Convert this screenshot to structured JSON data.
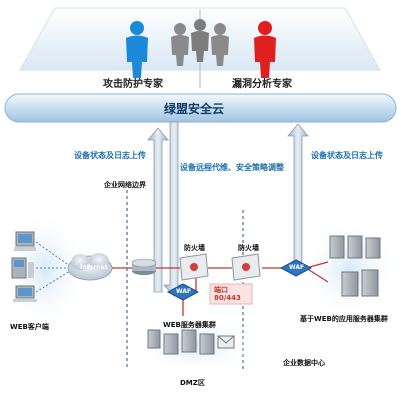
{
  "top_panel": {
    "left_expert": "攻击防护专家",
    "right_expert": "漏洞分析专家",
    "cloud_banner": "绿盟安全云"
  },
  "flows": {
    "left_upload": "设备状态及日志上传",
    "right_upload": "设备状态及日志上传",
    "remote_ops": "设备远程代维、安全策略调整"
  },
  "network": {
    "enterprise_border": "企业网络边界",
    "internet": "Internet",
    "web_clients": "WEB客户端",
    "firewall_left": "防火墙",
    "firewall_right": "防火墙",
    "waf_left": "WAF",
    "waf_right": "WAF",
    "port_label": "端口",
    "port_value": "80/443",
    "web_cluster": "WEB服务器集群",
    "dmz": "DMZ区",
    "app_cluster": "基于WEB的应用服务器集群",
    "data_center": "企业数据中心"
  },
  "colors": {
    "expert_blue": "#1e88d8",
    "expert_red": "#e01f1f",
    "expert_gray": "#8a8a8a",
    "banner_blue": "#cfe3f3",
    "arrow_gray": "#b9c7d4",
    "link_red": "#c0392b",
    "label_blue": "#1a6fb0"
  },
  "icons": [
    "person-icon",
    "cloud-icon",
    "router-icon",
    "firewall-icon",
    "waf-icon",
    "server-icon",
    "computer-icon"
  ]
}
